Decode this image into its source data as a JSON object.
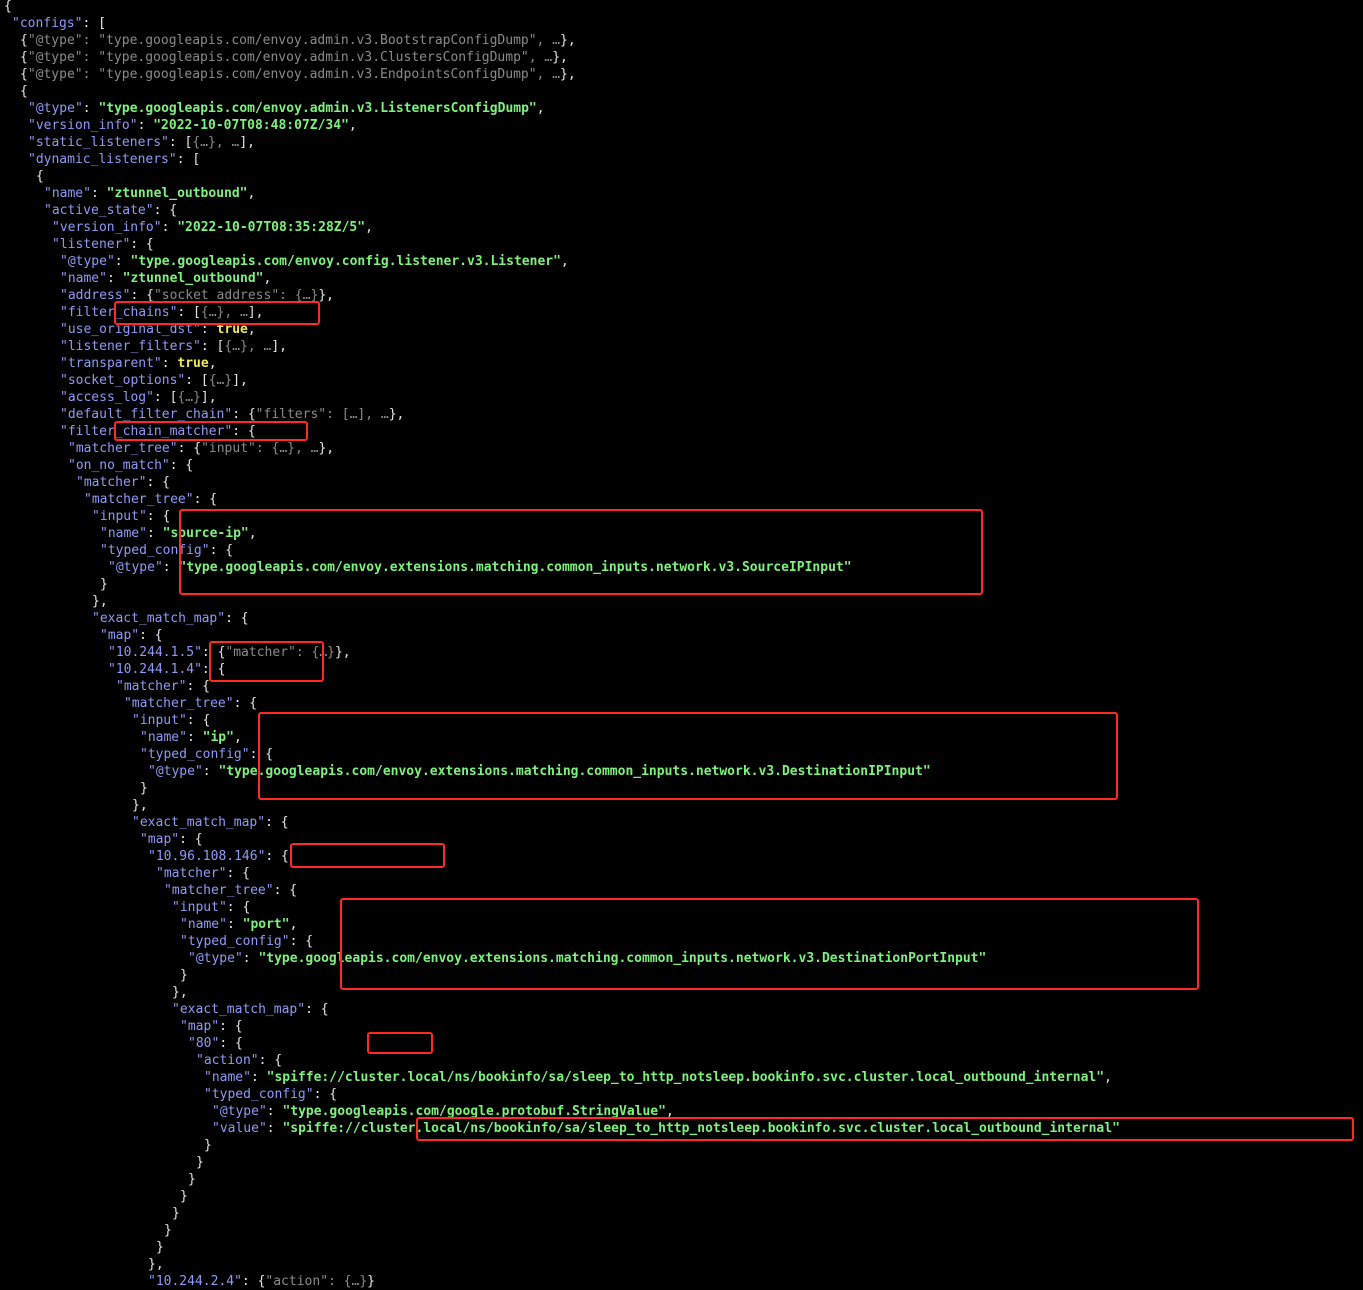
{
  "accent": {
    "key_color": "#8f9bf6",
    "string_color": "#7df27c",
    "bool_color": "#f0e85a",
    "collapsed_color": "#8a8a8a",
    "highlight_color": "#ff2a1f",
    "background": "#000000"
  },
  "lines": [
    {
      "i": 0,
      "t": [
        [
          "p",
          "{"
        ]
      ]
    },
    {
      "i": 1,
      "t": [
        [
          "k",
          "\"configs\""
        ],
        [
          "p",
          ": ["
        ]
      ]
    },
    {
      "i": 2,
      "t": [
        [
          "p",
          "{"
        ],
        [
          "cs",
          "\"@type\": \"type.googleapis.com/envoy.admin.v3.BootstrapConfigDump\", …"
        ],
        [
          "p",
          "},"
        ]
      ]
    },
    {
      "i": 2,
      "t": [
        [
          "p",
          "{"
        ],
        [
          "cs",
          "\"@type\": \"type.googleapis.com/envoy.admin.v3.ClustersConfigDump\", …"
        ],
        [
          "p",
          "},"
        ]
      ]
    },
    {
      "i": 2,
      "t": [
        [
          "p",
          "{"
        ],
        [
          "cs",
          "\"@type\": \"type.googleapis.com/envoy.admin.v3.EndpointsConfigDump\", …"
        ],
        [
          "p",
          "},"
        ]
      ]
    },
    {
      "i": 2,
      "t": [
        [
          "p",
          "{"
        ]
      ]
    },
    {
      "i": 3,
      "t": [
        [
          "k",
          "\"@type\""
        ],
        [
          "p",
          ": "
        ],
        [
          "s",
          "\"type.googleapis.com/envoy.admin.v3.ListenersConfigDump\""
        ],
        [
          "p",
          ","
        ]
      ]
    },
    {
      "i": 3,
      "t": [
        [
          "k",
          "\"version_info\""
        ],
        [
          "p",
          ": "
        ],
        [
          "s",
          "\"2022-10-07T08:48:07Z/34\""
        ],
        [
          "p",
          ","
        ]
      ]
    },
    {
      "i": 3,
      "t": [
        [
          "k",
          "\"static_listeners\""
        ],
        [
          "p",
          ": ["
        ],
        [
          "c",
          "{…}, …"
        ],
        [
          "p",
          "],"
        ]
      ]
    },
    {
      "i": 3,
      "t": [
        [
          "k",
          "\"dynamic_listeners\""
        ],
        [
          "p",
          ": ["
        ]
      ]
    },
    {
      "i": 4,
      "t": [
        [
          "p",
          "{"
        ]
      ]
    },
    {
      "i": 5,
      "t": [
        [
          "k",
          "\"name\""
        ],
        [
          "p",
          ": "
        ],
        [
          "s",
          "\"ztunnel_outbound\""
        ],
        [
          "p",
          ","
        ]
      ]
    },
    {
      "i": 5,
      "t": [
        [
          "k",
          "\"active_state\""
        ],
        [
          "p",
          ": {"
        ]
      ]
    },
    {
      "i": 6,
      "t": [
        [
          "k",
          "\"version_info\""
        ],
        [
          "p",
          ": "
        ],
        [
          "s",
          "\"2022-10-07T08:35:28Z/5\""
        ],
        [
          "p",
          ","
        ]
      ]
    },
    {
      "i": 6,
      "t": [
        [
          "k",
          "\"listener\""
        ],
        [
          "p",
          ": {"
        ]
      ]
    },
    {
      "i": 7,
      "t": [
        [
          "k",
          "\"@type\""
        ],
        [
          "p",
          ": "
        ],
        [
          "s",
          "\"type.googleapis.com/envoy.config.listener.v3.Listener\""
        ],
        [
          "p",
          ","
        ]
      ]
    },
    {
      "i": 7,
      "t": [
        [
          "k",
          "\"name\""
        ],
        [
          "p",
          ": "
        ],
        [
          "s",
          "\"ztunnel_outbound\""
        ],
        [
          "p",
          ","
        ]
      ]
    },
    {
      "i": 7,
      "t": [
        [
          "k",
          "\"address\""
        ],
        [
          "p",
          ": {"
        ],
        [
          "c",
          "\"socket_address\": {…}"
        ],
        [
          "p",
          "},"
        ]
      ]
    },
    {
      "i": 7,
      "t": [
        [
          "k",
          "\"filter_chains\""
        ],
        [
          "p",
          ": ["
        ],
        [
          "c",
          "{…}, …"
        ],
        [
          "p",
          "],"
        ]
      ]
    },
    {
      "i": 7,
      "t": [
        [
          "k",
          "\"use_original_dst\""
        ],
        [
          "p",
          ": "
        ],
        [
          "b",
          "true"
        ],
        [
          "p",
          ","
        ]
      ]
    },
    {
      "i": 7,
      "t": [
        [
          "k",
          "\"listener_filters\""
        ],
        [
          "p",
          ": ["
        ],
        [
          "c",
          "{…}, …"
        ],
        [
          "p",
          "],"
        ]
      ]
    },
    {
      "i": 7,
      "t": [
        [
          "k",
          "\"transparent\""
        ],
        [
          "p",
          ": "
        ],
        [
          "b",
          "true"
        ],
        [
          "p",
          ","
        ]
      ]
    },
    {
      "i": 7,
      "t": [
        [
          "k",
          "\"socket_options\""
        ],
        [
          "p",
          ": ["
        ],
        [
          "c",
          "{…}"
        ],
        [
          "p",
          "],"
        ]
      ]
    },
    {
      "i": 7,
      "t": [
        [
          "k",
          "\"access_log\""
        ],
        [
          "p",
          ": ["
        ],
        [
          "c",
          "{…}"
        ],
        [
          "p",
          "],"
        ]
      ]
    },
    {
      "i": 7,
      "t": [
        [
          "k",
          "\"default_filter_chain\""
        ],
        [
          "p",
          ": {"
        ],
        [
          "c",
          "\"filters\": […], …"
        ],
        [
          "p",
          "},"
        ]
      ]
    },
    {
      "i": 7,
      "t": [
        [
          "k",
          "\"filter_chain_matcher\""
        ],
        [
          "p",
          ": {"
        ]
      ]
    },
    {
      "i": 8,
      "t": [
        [
          "k",
          "\"matcher_tree\""
        ],
        [
          "p",
          ": {"
        ],
        [
          "c",
          "\"input\": {…}, …"
        ],
        [
          "p",
          "},"
        ]
      ]
    },
    {
      "i": 8,
      "t": [
        [
          "k",
          "\"on_no_match\""
        ],
        [
          "p",
          ": {"
        ]
      ]
    },
    {
      "i": 9,
      "t": [
        [
          "k",
          "\"matcher\""
        ],
        [
          "p",
          ": {"
        ]
      ]
    },
    {
      "i": 10,
      "t": [
        [
          "k",
          "\"matcher_tree\""
        ],
        [
          "p",
          ": {"
        ]
      ]
    },
    {
      "i": 11,
      "t": [
        [
          "k",
          "\"input\""
        ],
        [
          "p",
          ": {"
        ]
      ]
    },
    {
      "i": 12,
      "t": [
        [
          "k",
          "\"name\""
        ],
        [
          "p",
          ": "
        ],
        [
          "s",
          "\"source-ip\""
        ],
        [
          "p",
          ","
        ]
      ]
    },
    {
      "i": 12,
      "t": [
        [
          "k",
          "\"typed_config\""
        ],
        [
          "p",
          ": {"
        ]
      ]
    },
    {
      "i": 13,
      "t": [
        [
          "k",
          "\"@type\""
        ],
        [
          "p",
          ": "
        ],
        [
          "s",
          "\"type.googleapis.com/envoy.extensions.matching.common_inputs.network.v3.SourceIPInput\""
        ]
      ]
    },
    {
      "i": 12,
      "t": [
        [
          "p",
          "}"
        ]
      ]
    },
    {
      "i": 11,
      "t": [
        [
          "p",
          "},"
        ]
      ]
    },
    {
      "i": 11,
      "t": [
        [
          "k",
          "\"exact_match_map\""
        ],
        [
          "p",
          ": {"
        ]
      ]
    },
    {
      "i": 12,
      "t": [
        [
          "k",
          "\"map\""
        ],
        [
          "p",
          ": {"
        ]
      ]
    },
    {
      "i": 13,
      "t": [
        [
          "k",
          "\"10.244.1.5\""
        ],
        [
          "p",
          ": {"
        ],
        [
          "c",
          "\"matcher\": {…}"
        ],
        [
          "p",
          "},"
        ]
      ]
    },
    {
      "i": 13,
      "t": [
        [
          "k",
          "\"10.244.1.4\""
        ],
        [
          "p",
          ": {"
        ]
      ]
    },
    {
      "i": 14,
      "t": [
        [
          "k",
          "\"matcher\""
        ],
        [
          "p",
          ": {"
        ]
      ]
    },
    {
      "i": 15,
      "t": [
        [
          "k",
          "\"matcher_tree\""
        ],
        [
          "p",
          ": {"
        ]
      ]
    },
    {
      "i": 16,
      "t": [
        [
          "k",
          "\"input\""
        ],
        [
          "p",
          ": {"
        ]
      ]
    },
    {
      "i": 17,
      "t": [
        [
          "k",
          "\"name\""
        ],
        [
          "p",
          ": "
        ],
        [
          "s",
          "\"ip\""
        ],
        [
          "p",
          ","
        ]
      ]
    },
    {
      "i": 17,
      "t": [
        [
          "k",
          "\"typed_config\""
        ],
        [
          "p",
          ": {"
        ]
      ]
    },
    {
      "i": 18,
      "t": [
        [
          "k",
          "\"@type\""
        ],
        [
          "p",
          ": "
        ],
        [
          "s",
          "\"type.googleapis.com/envoy.extensions.matching.common_inputs.network.v3.DestinationIPInput\""
        ]
      ]
    },
    {
      "i": 17,
      "t": [
        [
          "p",
          "}"
        ]
      ]
    },
    {
      "i": 16,
      "t": [
        [
          "p",
          "},"
        ]
      ]
    },
    {
      "i": 16,
      "t": [
        [
          "k",
          "\"exact_match_map\""
        ],
        [
          "p",
          ": {"
        ]
      ]
    },
    {
      "i": 17,
      "t": [
        [
          "k",
          "\"map\""
        ],
        [
          "p",
          ": {"
        ]
      ]
    },
    {
      "i": 18,
      "t": [
        [
          "k",
          "\"10.96.108.146\""
        ],
        [
          "p",
          ": {"
        ]
      ]
    },
    {
      "i": 19,
      "t": [
        [
          "k",
          "\"matcher\""
        ],
        [
          "p",
          ": {"
        ]
      ]
    },
    {
      "i": 20,
      "t": [
        [
          "k",
          "\"matcher_tree\""
        ],
        [
          "p",
          ": {"
        ]
      ]
    },
    {
      "i": 21,
      "t": [
        [
          "k",
          "\"input\""
        ],
        [
          "p",
          ": {"
        ]
      ]
    },
    {
      "i": 22,
      "t": [
        [
          "k",
          "\"name\""
        ],
        [
          "p",
          ": "
        ],
        [
          "s",
          "\"port\""
        ],
        [
          "p",
          ","
        ]
      ]
    },
    {
      "i": 22,
      "t": [
        [
          "k",
          "\"typed_config\""
        ],
        [
          "p",
          ": {"
        ]
      ]
    },
    {
      "i": 23,
      "t": [
        [
          "k",
          "\"@type\""
        ],
        [
          "p",
          ": "
        ],
        [
          "s",
          "\"type.googleapis.com/envoy.extensions.matching.common_inputs.network.v3.DestinationPortInput\""
        ]
      ]
    },
    {
      "i": 22,
      "t": [
        [
          "p",
          "}"
        ]
      ]
    },
    {
      "i": 21,
      "t": [
        [
          "p",
          "},"
        ]
      ]
    },
    {
      "i": 21,
      "t": [
        [
          "k",
          "\"exact_match_map\""
        ],
        [
          "p",
          ": {"
        ]
      ]
    },
    {
      "i": 22,
      "t": [
        [
          "k",
          "\"map\""
        ],
        [
          "p",
          ": {"
        ]
      ]
    },
    {
      "i": 23,
      "t": [
        [
          "k",
          "\"80\""
        ],
        [
          "p",
          ": {"
        ]
      ]
    },
    {
      "i": 24,
      "t": [
        [
          "k",
          "\"action\""
        ],
        [
          "p",
          ": {"
        ]
      ]
    },
    {
      "i": 25,
      "t": [
        [
          "k",
          "\"name\""
        ],
        [
          "p",
          ": "
        ],
        [
          "s",
          "\"spiffe://cluster.local/ns/bookinfo/sa/sleep_to_http_notsleep.bookinfo.svc.cluster.local_outbound_internal\""
        ],
        [
          "p",
          ","
        ]
      ]
    },
    {
      "i": 25,
      "t": [
        [
          "k",
          "\"typed_config\""
        ],
        [
          "p",
          ": {"
        ]
      ]
    },
    {
      "i": 26,
      "t": [
        [
          "k",
          "\"@type\""
        ],
        [
          "p",
          ": "
        ],
        [
          "s",
          "\"type.googleapis.com/google.protobuf.StringValue\""
        ],
        [
          "p",
          ","
        ]
      ]
    },
    {
      "i": 26,
      "t": [
        [
          "k",
          "\"value\""
        ],
        [
          "p",
          ": "
        ],
        [
          "s",
          "\"spiffe://cluster.local/ns/bookinfo/sa/sleep_to_http_notsleep.bookinfo.svc.cluster.local_outbound_internal\""
        ]
      ]
    },
    {
      "i": 25,
      "t": [
        [
          "p",
          "}"
        ]
      ]
    },
    {
      "i": 24,
      "t": [
        [
          "p",
          "}"
        ]
      ]
    },
    {
      "i": 23,
      "t": [
        [
          "p",
          "}"
        ]
      ]
    },
    {
      "i": 22,
      "t": [
        [
          "p",
          "}"
        ]
      ]
    },
    {
      "i": 21,
      "t": [
        [
          "p",
          "}"
        ]
      ]
    },
    {
      "i": 20,
      "t": [
        [
          "p",
          "}"
        ]
      ]
    },
    {
      "i": 19,
      "t": [
        [
          "p",
          "}"
        ]
      ]
    },
    {
      "i": 18,
      "t": [
        [
          "p",
          "},"
        ]
      ]
    },
    {
      "i": 18,
      "t": [
        [
          "k",
          "\"10.244.2.4\""
        ],
        [
          "p",
          ": {"
        ],
        [
          "c",
          "\"action\": {…}"
        ],
        [
          "p",
          "}"
        ]
      ]
    }
  ]
}
